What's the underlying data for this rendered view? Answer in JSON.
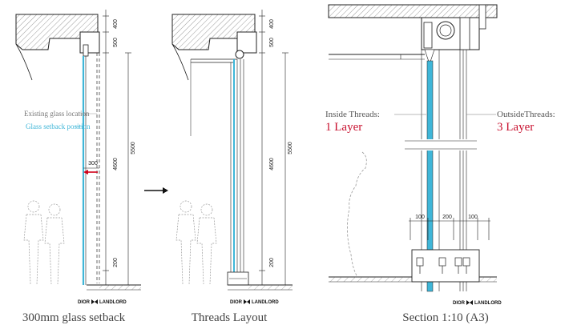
{
  "colors": {
    "glass": "#3fb6d8",
    "accent_red": "#c8102e",
    "arrow_red": "#d0021b",
    "line": "#222222",
    "note_grey": "#777777"
  },
  "panels": [
    {
      "caption": "300mm glass setback",
      "dims": [
        "400",
        "500",
        "5500",
        "4600",
        "200"
      ],
      "setback_value": "300",
      "note_existing": "Existing glass location",
      "note_setback": "Glass setback position",
      "logo_left": "DIOR",
      "logo_right": "LANDLORD"
    },
    {
      "caption": "Threads Layout",
      "dims": [
        "400",
        "500",
        "5500",
        "4600",
        "200"
      ],
      "logo_left": "DIOR",
      "logo_right": "LANDLORD"
    },
    {
      "caption": "Section 1:10 (A3)",
      "inside_label": "Inside Threads:",
      "inside_layers": "1 Layer",
      "outside_label": "OutsideThreads:",
      "outside_layers": "3 Layer",
      "dims": [
        "100",
        "200",
        "100"
      ],
      "logo_left": "DIOR",
      "logo_right": "LANDLORD"
    }
  ],
  "icons": [
    "right-arrow-icon",
    "bowtie-icon",
    "people-silhouette-icon"
  ]
}
